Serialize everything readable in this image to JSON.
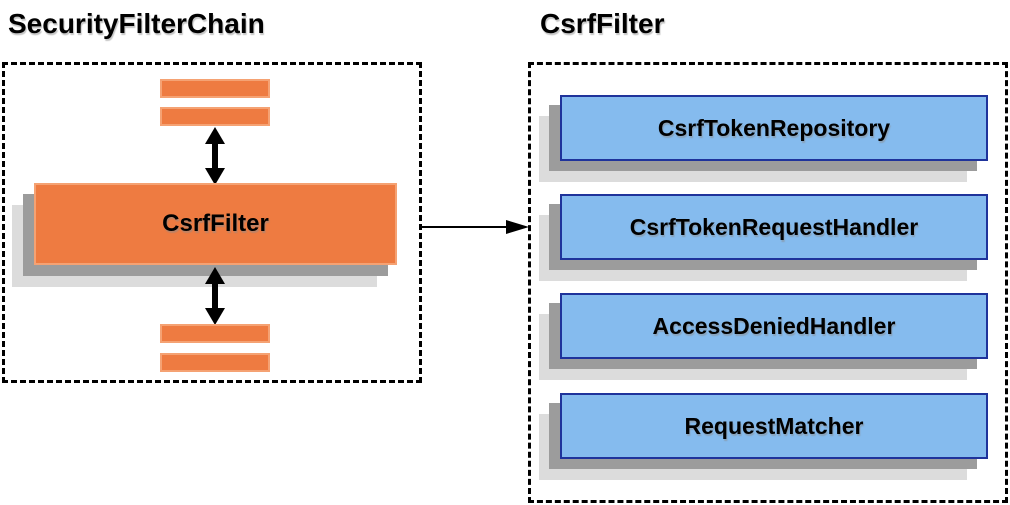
{
  "left_panel": {
    "title": "SecurityFilterChain",
    "filter_box_label": "CsrfFilter",
    "placeholder_bars": {
      "above_count": 2,
      "below_count": 2
    }
  },
  "right_panel": {
    "title": "CsrfFilter",
    "boxes": [
      "CsrfTokenRepository",
      "CsrfTokenRequestHandler",
      "AccessDeniedHandler",
      "RequestMatcher"
    ]
  },
  "icons": {
    "bidirectional_arrow": "up-down-arrow",
    "flow_arrow": "right-arrow"
  },
  "colors": {
    "orange_fill": "#ee7b41",
    "orange_border": "#f5a273",
    "blue_fill": "#85bbee",
    "blue_border": "#1f339b",
    "shadow_mid": "#9c9c9c",
    "shadow_light": "#dcdcdc",
    "dashed_border": "#000000",
    "text": "#000000",
    "background": "#ffffff"
  }
}
